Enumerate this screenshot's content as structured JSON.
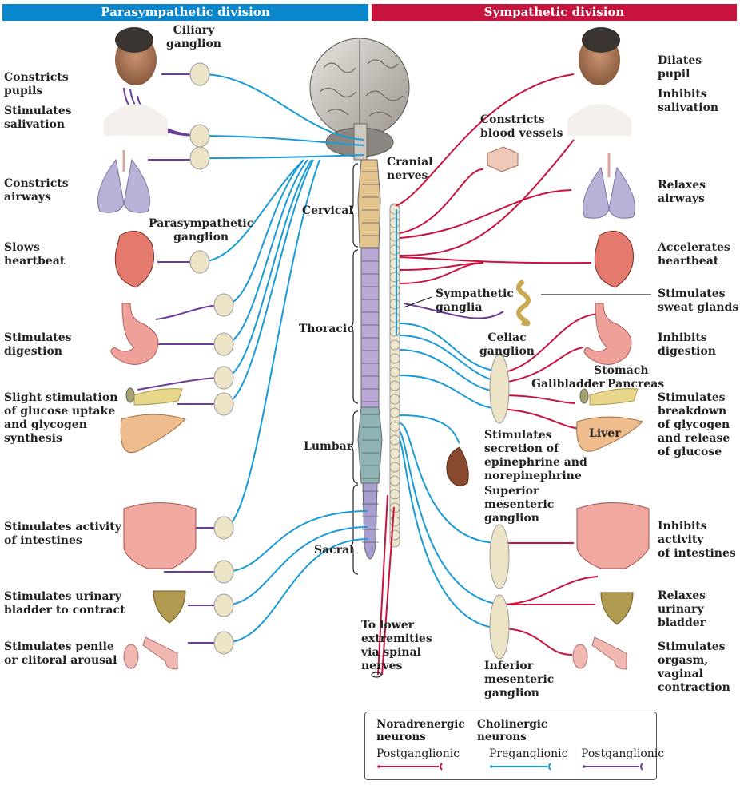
{
  "headers": {
    "parasympathetic": "Parasympathetic division",
    "sympathetic": "Sympathetic division"
  },
  "colors": {
    "parasympathetic_header": "#0a86cc",
    "sympathetic_header": "#c8143d",
    "noradrenergic_postganglionic": "#c8143d",
    "cholinergic_preganglionic": "#1a9ad6",
    "cholinergic_postganglionic": "#6a3d9a",
    "ganglion_fill": "#ede4c8"
  },
  "parasympathetic_effects": [
    {
      "organ": "eye",
      "text": "Constricts\npupils"
    },
    {
      "organ": "salivary-glands",
      "text": "Stimulates\nsalivation"
    },
    {
      "organ": "lungs",
      "text": "Constricts\nairways"
    },
    {
      "organ": "heart",
      "text": "Slows\nheartbeat"
    },
    {
      "organ": "stomach",
      "text": "Stimulates\ndigestion"
    },
    {
      "organ": "pancreas-liver",
      "text": "Slight stimulation\nof glucose uptake\nand glycogen\nsynthesis"
    },
    {
      "organ": "intestines",
      "text": "Stimulates activity\nof intestines"
    },
    {
      "organ": "bladder",
      "text": "Stimulates urinary\nbladder to contract"
    },
    {
      "organ": "genitals",
      "text": "Stimulates penile\nor clitoral arousal"
    }
  ],
  "sympathetic_effects": [
    {
      "organ": "eye",
      "text": "Dilates\npupil"
    },
    {
      "organ": "salivary-glands",
      "text": "Inhibits\nsalivation"
    },
    {
      "organ": "blood-vessels",
      "text": "Constricts\nblood vessels"
    },
    {
      "organ": "lungs",
      "text": "Relaxes\nairways"
    },
    {
      "organ": "heart",
      "text": "Accelerates\nheartbeat"
    },
    {
      "organ": "sweat-glands",
      "text": "Stimulates\nsweat glands"
    },
    {
      "organ": "stomach",
      "text": "Inhibits\ndigestion"
    },
    {
      "organ": "liver",
      "text": "Stimulates\nbreakdown\nof glycogen\nand release\nof glucose"
    },
    {
      "organ": "adrenal",
      "text": "Stimulates\nsecretion of\nepinephrine and\nnorepinephrine"
    },
    {
      "organ": "intestines",
      "text": "Inhibits\nactivity\nof intestines"
    },
    {
      "organ": "bladder",
      "text": "Relaxes\nurinary\nbladder"
    },
    {
      "organ": "genitals",
      "text": "Stimulates\norgasm,\nvaginal\ncontraction"
    }
  ],
  "annotations": {
    "ciliary_ganglion": "Ciliary\nganglion",
    "parasympathetic_ganglion": "Parasympathetic\nganglion",
    "cranial_nerves": "Cranial\nnerves",
    "cervical": "Cervical",
    "thoracic": "Thoracic",
    "lumbar": "Lumbar",
    "sacral": "Sacral",
    "sympathetic_ganglia": "Sympathetic\nganglia",
    "celiac_ganglion": "Celiac\nganglion",
    "stomach": "Stomach",
    "gallbladder": "Gallbladder",
    "pancreas": "Pancreas",
    "liver": "Liver",
    "superior_mesenteric": "Superior\nmesenteric\nganglion",
    "inferior_mesenteric": "Inferior\nmesenteric\nganglion",
    "lower_extremities": "To lower\nextremities\nvia spinal\nnerves"
  },
  "legend": {
    "noradrenergic_title": "Noradrenergic\nneurons",
    "cholinergic_title": "Cholinergic\nneurons",
    "items": [
      {
        "label": "Postganglionic",
        "type": "noradrenergic-postganglionic"
      },
      {
        "label": "Preganglionic",
        "type": "cholinergic-preganglionic"
      },
      {
        "label": "Postganglionic",
        "type": "cholinergic-postganglionic"
      }
    ]
  }
}
